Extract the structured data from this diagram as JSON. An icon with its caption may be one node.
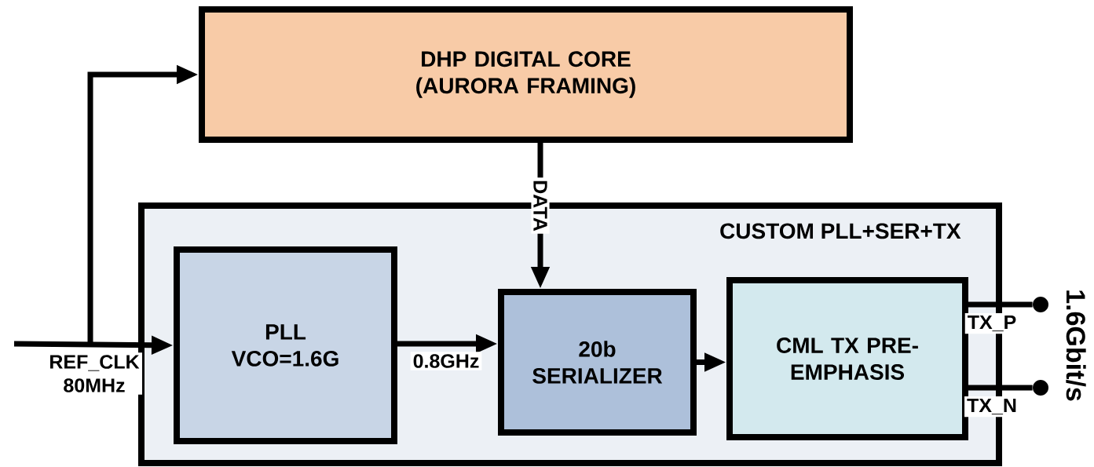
{
  "diagram": {
    "nodes": [
      {
        "text": [
          "DHP DIGITAL CORE (AURORA FRAMING)"
        ]
      },
      {
        "text": [
          "CUSTOM PLL+SER+TX"
        ]
      },
      {
        "text": [
          "PLL VCO=1.6G"
        ],
        "in": 1
      },
      {
        "text": [
          "20b SERIALIZER"
        ],
        "in": 1
      },
      {
        "text": [
          "CML TX PRE-EMPHASIS"
        ],
        "in": 1
      },
      {
        "text": [],
        "shape": "circle"
      },
      {
        "text": [],
        "shape": "circle"
      }
    ],
    "edges": [
      {
        "from": null,
        "to": 2,
        "arrow": "to",
        "label": "REF_CLK 80MHz"
      },
      {
        "from": null,
        "to": 0,
        "arrow": "to"
      },
      {
        "from": 0,
        "to": 3,
        "arrow": "to",
        "label": "DATA"
      },
      {
        "from": 2,
        "to": 3,
        "arrow": "to",
        "label": "0.8GHz"
      },
      {
        "from": 3,
        "to": 4,
        "arrow": "to"
      },
      {
        "from": 4,
        "to": 5,
        "arrow": "none",
        "label": "TX_P"
      },
      {
        "from": 4,
        "to": 6,
        "arrow": "none",
        "label": "TX_N"
      }
    ],
    "labels": [
      "1.6Gbit/s"
    ]
  }
}
